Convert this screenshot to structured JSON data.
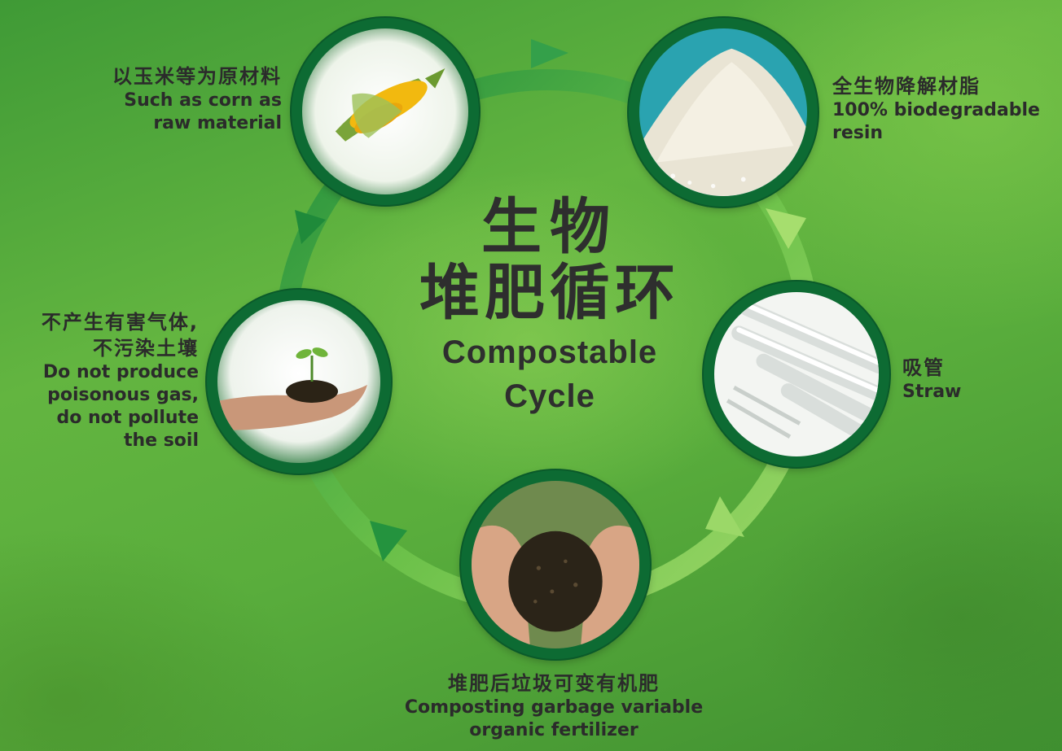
{
  "center": {
    "title_zh_line1": "生物",
    "title_zh_line2": "堆肥循环",
    "title_en_line1": "Compostable",
    "title_en_line2": "Cycle"
  },
  "nodes": [
    {
      "id": "corn",
      "icon": "corn-icon",
      "zh": "以玉米等为原材料",
      "en": [
        "Such as corn as",
        "raw material"
      ]
    },
    {
      "id": "resin",
      "icon": "resin-pellets-icon",
      "zh": "全生物降解材脂",
      "en": [
        "100% biodegradable",
        "resin"
      ]
    },
    {
      "id": "straw",
      "icon": "straws-icon",
      "zh": "吸管",
      "en": [
        "Straw"
      ]
    },
    {
      "id": "fertilizer",
      "icon": "soil-in-hands-icon",
      "zh": "堆肥后垃圾可变有机肥",
      "en": [
        "Composting garbage variable",
        "organic fertilizer"
      ]
    },
    {
      "id": "soil",
      "icon": "seedling-in-hand-icon",
      "zh": [
        "不产生有害气体,",
        "不污染土壤"
      ],
      "en": [
        "Do not produce",
        "poisonous gas,",
        "do not pollute",
        "the soil"
      ]
    }
  ],
  "colors": {
    "node_ring": "#0d6b33",
    "arrow_dark": "#1f8a3a",
    "arrow_light": "#8fd45a",
    "text": "#2b2b2b"
  }
}
